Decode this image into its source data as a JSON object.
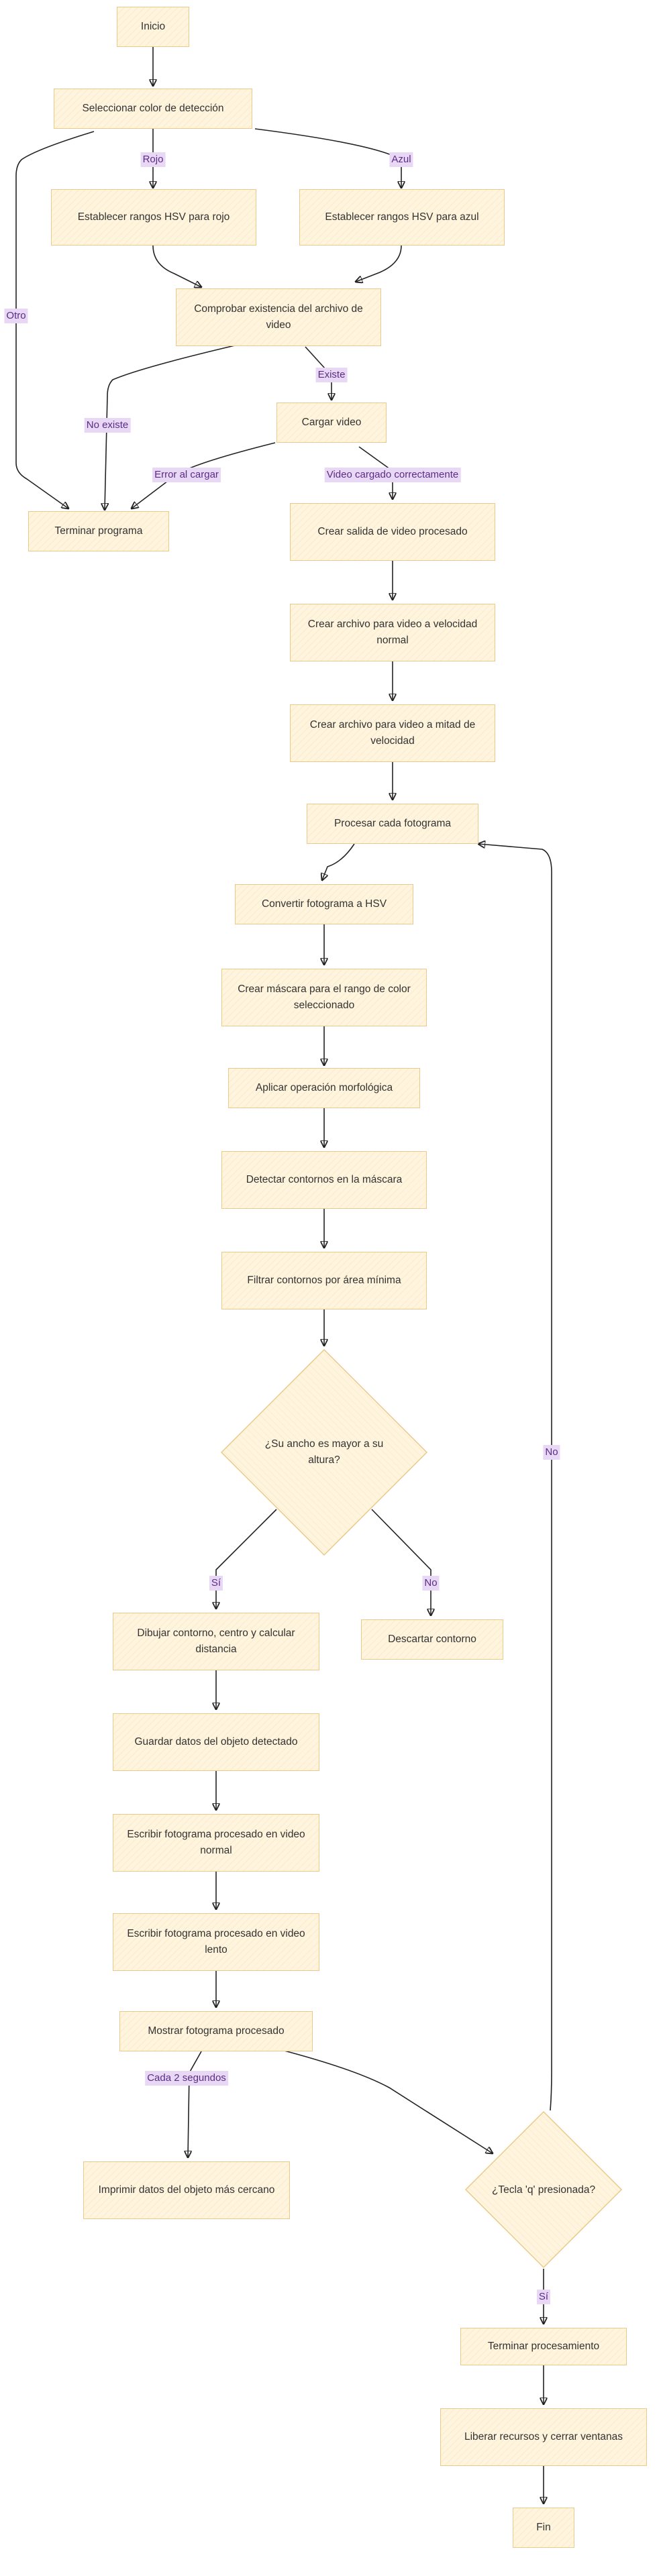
{
  "flowchart": {
    "nodes": {
      "inicio": "Inicio",
      "seleccionar": "Seleccionar color de detección",
      "hsv_rojo": "Establecer rangos HSV para rojo",
      "hsv_azul": "Establecer rangos HSV para azul",
      "comprobar": "Comprobar existencia del archivo de video",
      "cargar": "Cargar video",
      "terminar": "Terminar programa",
      "crear_salida": "Crear salida de video procesado",
      "archivo_normal": "Crear archivo para video a velocidad normal",
      "archivo_mitad": "Crear archivo para video a mitad de velocidad",
      "procesar": "Procesar cada fotograma",
      "convertir": "Convertir fotograma a HSV",
      "mascara": "Crear máscara para el rango de color seleccionado",
      "morfologica": "Aplicar operación morfológica",
      "detectar": "Detectar contornos en la máscara",
      "filtrar": "Filtrar contornos por área mínima",
      "ancho": "¿Su ancho es mayor a su altura?",
      "dibujar": "Dibujar contorno, centro y calcular distancia",
      "descartar": "Descartar contorno",
      "guardar": "Guardar datos del objeto detectado",
      "escribir_normal": "Escribir fotograma procesado en video normal",
      "escribir_lento": "Escribir fotograma procesado en video lento",
      "mostrar": "Mostrar fotograma procesado",
      "imprimir": "Imprimir datos del objeto más cercano",
      "tecla": "¿Tecla 'q' presionada?",
      "terminar_proc": "Terminar procesamiento",
      "liberar": "Liberar recursos y cerrar ventanas",
      "fin": "Fin"
    },
    "edge_labels": {
      "rojo": "Rojo",
      "azul": "Azul",
      "otro": "Otro",
      "existe": "Existe",
      "no_existe": "No existe",
      "error_cargar": "Error al cargar",
      "cargado_ok": "Video cargado correctamente",
      "si_ancho": "Sí",
      "no_ancho": "No",
      "cada_2s": "Cada 2 segundos",
      "no_tecla": "No",
      "si_tecla": "Sí"
    },
    "colors": {
      "node_fill": "#fff4dd",
      "node_border": "#eac98a",
      "label_bg": "#e8d7f5",
      "label_text": "#5a2d82",
      "edge": "#222222"
    }
  }
}
